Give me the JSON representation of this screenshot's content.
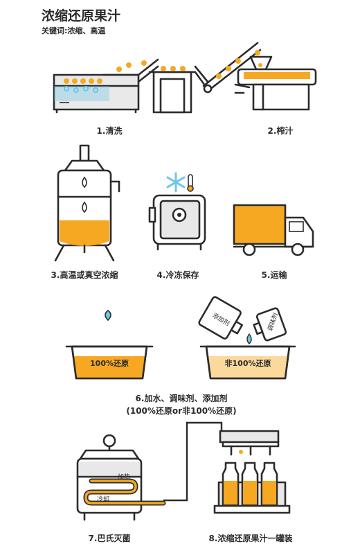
{
  "title": "浓缩还原果汁",
  "keywords": "关键词:浓缩、高温",
  "steps": {
    "s1": "1.清洗",
    "s2": "2.榨汁",
    "s3": "3.高温或真空浓缩",
    "s4": "4.冷冻保存",
    "s5": "5.运输",
    "s6_line1": "6.加水、调味剂、添加剂",
    "s6_line2": "(100%还原or非100%还原)",
    "s7": "7.巴氏灭菌",
    "s8": "8.浓缩还原果汁一罐装"
  },
  "labels": {
    "tank_full": "100%还原",
    "tank_partial": "非100%还原",
    "bottle_additive": "添加剂",
    "bottle_flavor": "调味剂",
    "heating": "加热",
    "cooling": "冷却"
  },
  "colors": {
    "orange": "#f7a823",
    "outline": "#2b2b2b",
    "light_gray": "#e4e4e4",
    "pale": "#f4f4f4",
    "water_blue": "#6ec6e6"
  }
}
